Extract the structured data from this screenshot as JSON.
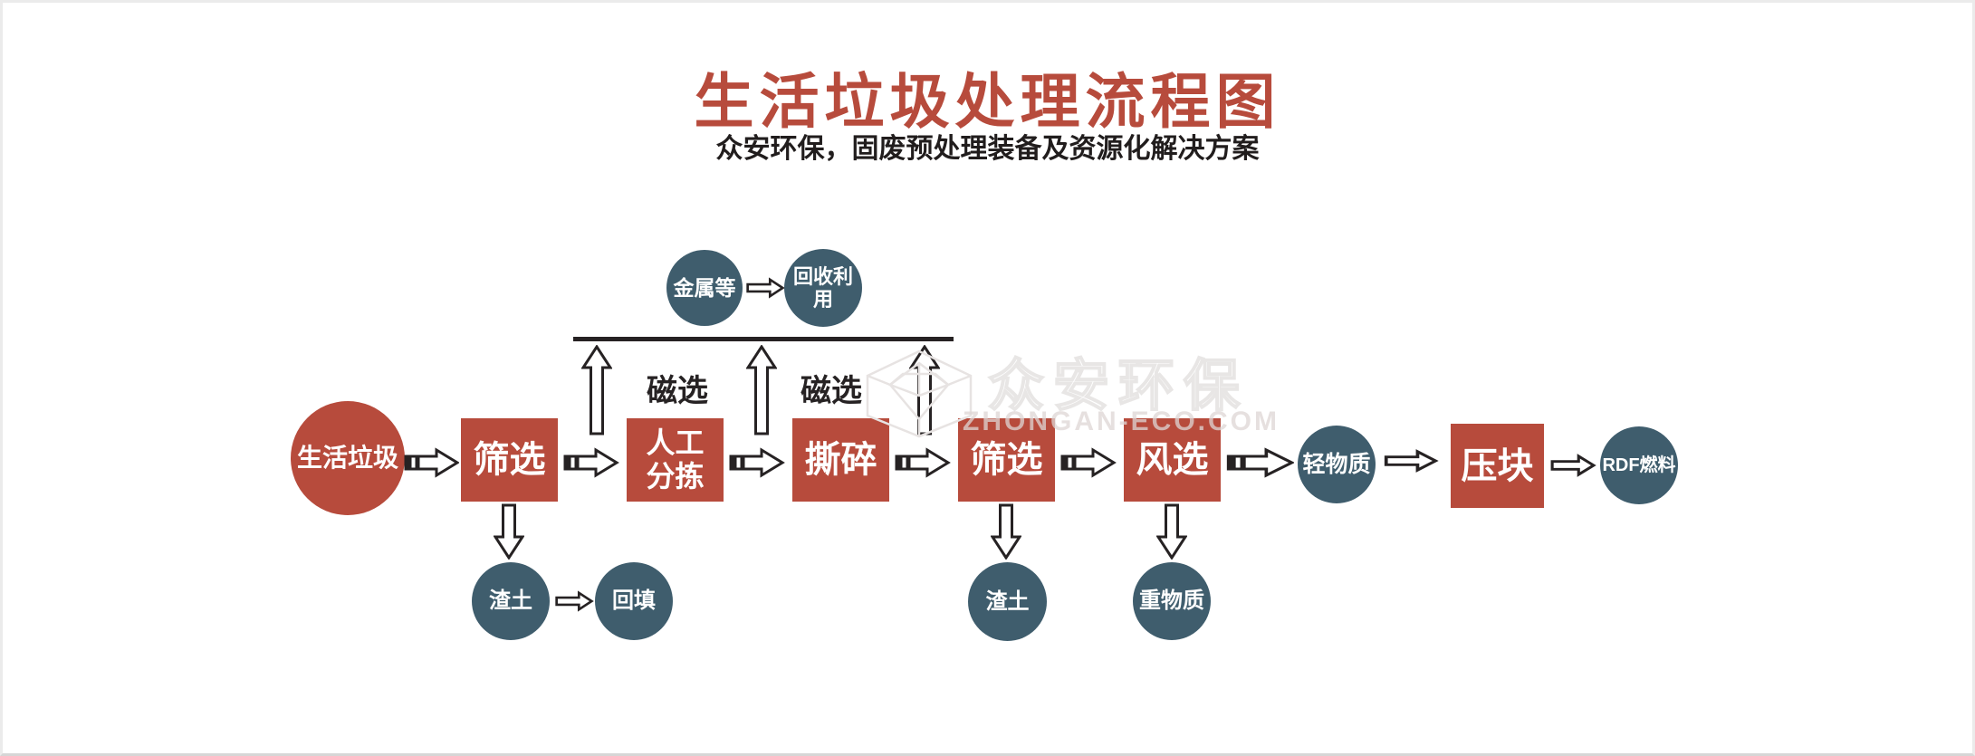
{
  "header": {
    "title": "生活垃圾处理流程图",
    "subtitle": "众安环保，固废预处理装备及资源化解决方案"
  },
  "colors": {
    "accent_red": "#b74b3c",
    "node_blue": "#3f5d6d",
    "line_ink": "#262223",
    "watermark_gray": "#d9d4d2",
    "background": "#ffffff"
  },
  "nodes": {
    "source": "生活垃圾",
    "screen1": "筛选",
    "manual_line1": "人工",
    "manual_line2": "分拣",
    "shred": "撕碎",
    "screen2": "筛选",
    "air": "风选",
    "light": "轻物质",
    "baler": "压块",
    "rdf": "RDF燃料",
    "metal": "金属等",
    "recycle": "回收利用",
    "slag1": "渣土",
    "backfill": "回填",
    "slag2": "渣土",
    "heavy": "重物质"
  },
  "labels": {
    "magnetic1": "磁选",
    "magnetic2": "磁选"
  },
  "watermark": {
    "brand": "众安环保",
    "domain": "ZHONGAN-ECO.COM",
    "logo": "zhongan-gem-logo"
  },
  "icons": {
    "striped_arrow": "striped-block-arrow-right-icon",
    "block_arrow": "block-arrow-right-icon",
    "up_arrow": "block-arrow-up-icon",
    "down_arrow": "block-arrow-down-icon"
  }
}
